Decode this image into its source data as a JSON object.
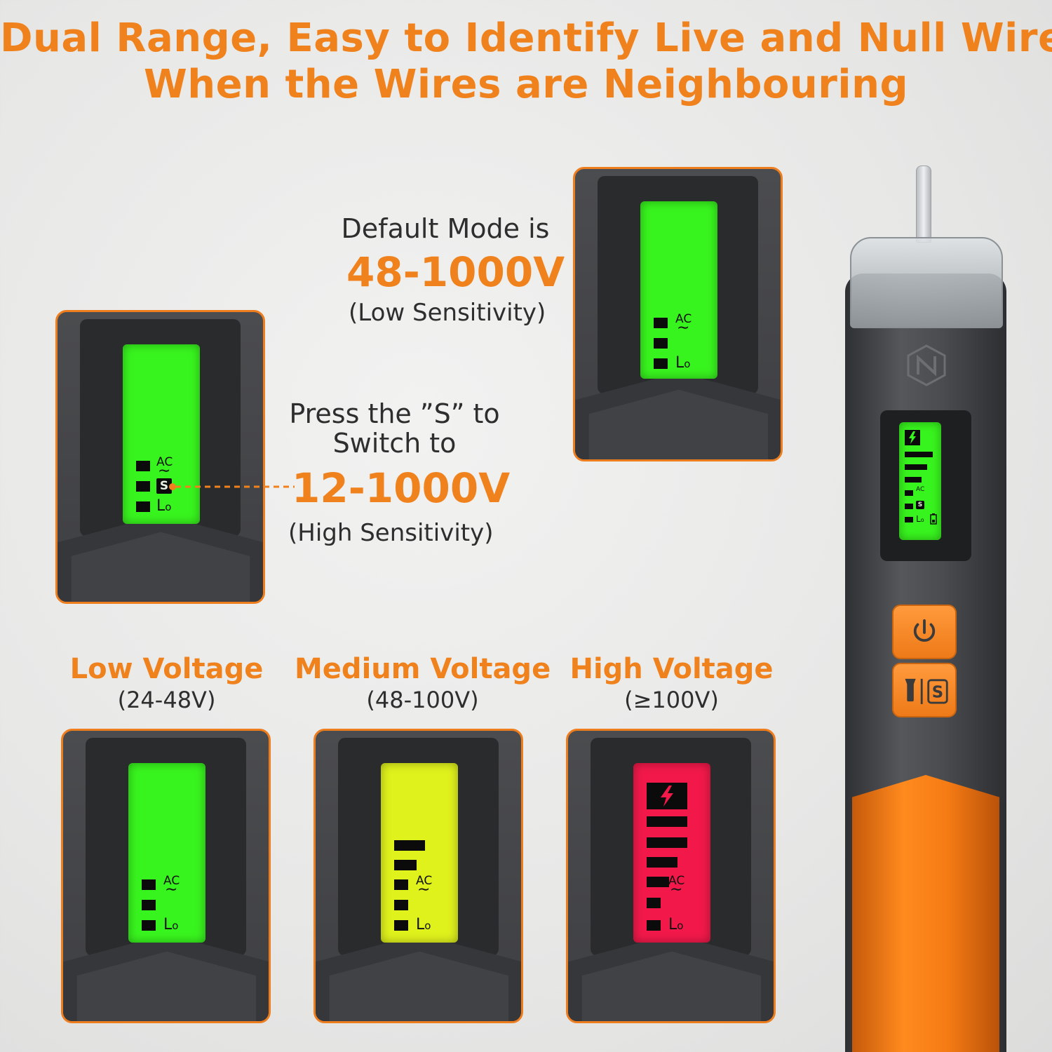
{
  "headline": {
    "line1": "Dual Range, Easy to Identify Live and Null Wire",
    "line2": "When the Wires are Neighbouring"
  },
  "default_mode": {
    "prefix": "Default Mode is",
    "range": "48-1000V",
    "sensitivity": "(Low Sensitivity)"
  },
  "switch_mode": {
    "line1": "Press the ”S” to",
    "line2": "Switch to",
    "range": "12-1000V",
    "sensitivity": "(High Sensitivity)"
  },
  "lcd_labels": {
    "ac": "AC",
    "wave": "∼",
    "lo": "L",
    "lo_sub": "o",
    "s": "S"
  },
  "voltage_levels": [
    {
      "title": "Low Voltage",
      "range": "(24-48V)",
      "lcd_color": "#35f21c"
    },
    {
      "title": "Medium Voltage",
      "range": "(48-100V)",
      "lcd_color": "#dff21a"
    },
    {
      "title": "High Voltage",
      "range": "(≥100V)",
      "lcd_color": "#f21a4a"
    }
  ],
  "colors": {
    "accent": "#f0821e",
    "lcd_green": "#35f21c",
    "lcd_yellow": "#dff21a",
    "lcd_red": "#f21a4a",
    "device_gray": "#45464a"
  },
  "icons": {
    "lightning": "lightning-bolt-icon",
    "power": "power-icon",
    "flashlight": "flashlight-icon",
    "battery": "battery-icon",
    "brand": "brand-logo-icon"
  }
}
